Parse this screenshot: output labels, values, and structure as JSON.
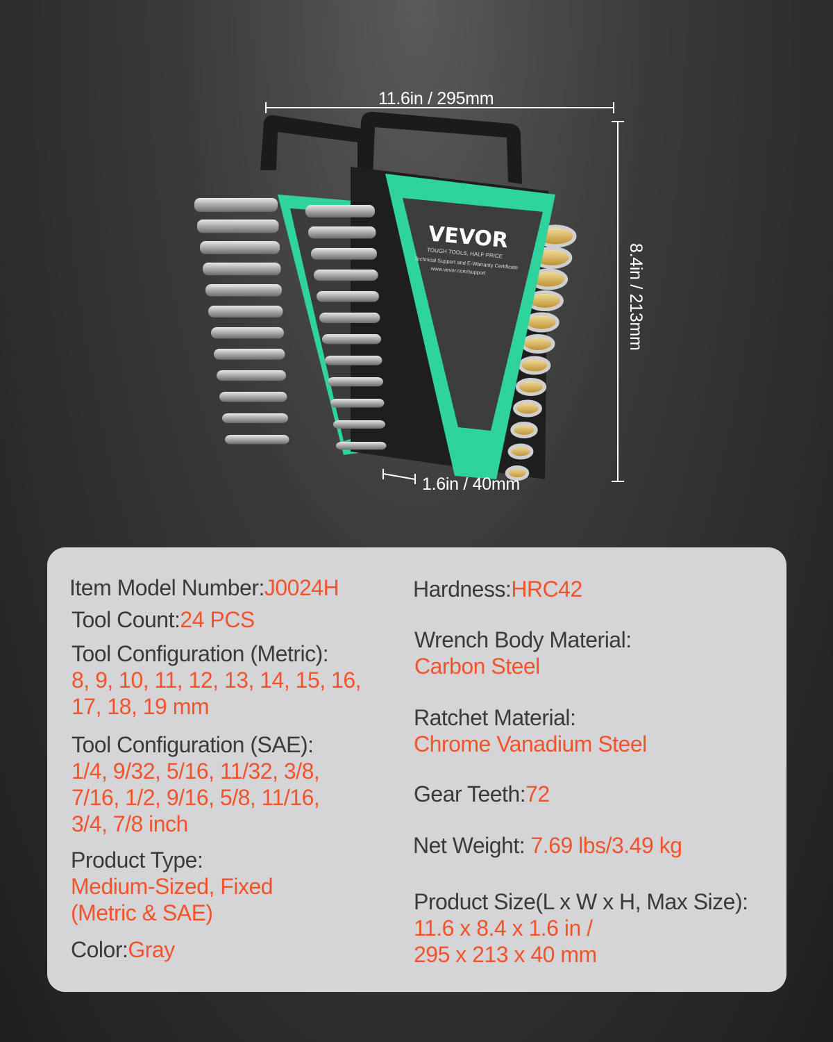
{
  "dimensions": {
    "width": "11.6in / 295mm",
    "height": "8.4in / 213mm",
    "depth": "1.6in / 40mm"
  },
  "product_label": {
    "brand": "VEVOR",
    "tagline": "TOUGH TOOLS, HALF PRICE",
    "support": "Technical Support and E-Warranty Certificate",
    "url": "www.vevor.com/support"
  },
  "colors": {
    "accent": "#f2532a",
    "rack_green": "#2ed49c",
    "text": "#3a3a3a",
    "panel": "#d5d5d8"
  },
  "specs_left": [
    {
      "label": "Item Model Number:",
      "value": "J0024H"
    },
    {
      "label": "Tool Count:",
      "value": "24 PCS"
    },
    {
      "label": "Tool Configuration (Metric):",
      "value_lines": [
        "8, 9, 10, 11, 12, 13, 14, 15, 16,",
        "17, 18, 19 mm"
      ]
    },
    {
      "label": "Tool Configuration (SAE):",
      "value_lines": [
        "1/4, 9/32, 5/16, 11/32, 3/8,",
        "7/16, 1/2, 9/16, 5/8, 11/16,",
        "3/4, 7/8 inch"
      ]
    },
    {
      "label": "Product Type:",
      "value_lines": [
        "Medium-Sized, Fixed",
        "(Metric & SAE)"
      ]
    },
    {
      "label": "Color:",
      "value": "Gray"
    }
  ],
  "specs_right": [
    {
      "label": "Hardness:",
      "value": "HRC42"
    },
    {
      "label": "Wrench Body Material:",
      "value": "Carbon Steel"
    },
    {
      "label": "Ratchet Material:",
      "value": "Chrome Vanadium Steel"
    },
    {
      "label": "Gear Teeth:",
      "value": "72"
    },
    {
      "label": "Net Weight: ",
      "value": "7.69 lbs/3.49 kg"
    },
    {
      "label": "Product Size(L x W x H, Max Size):",
      "value_lines": [
        "11.6 x 8.4 x 1.6 in /",
        "295 x 213 x 40 mm"
      ]
    }
  ]
}
